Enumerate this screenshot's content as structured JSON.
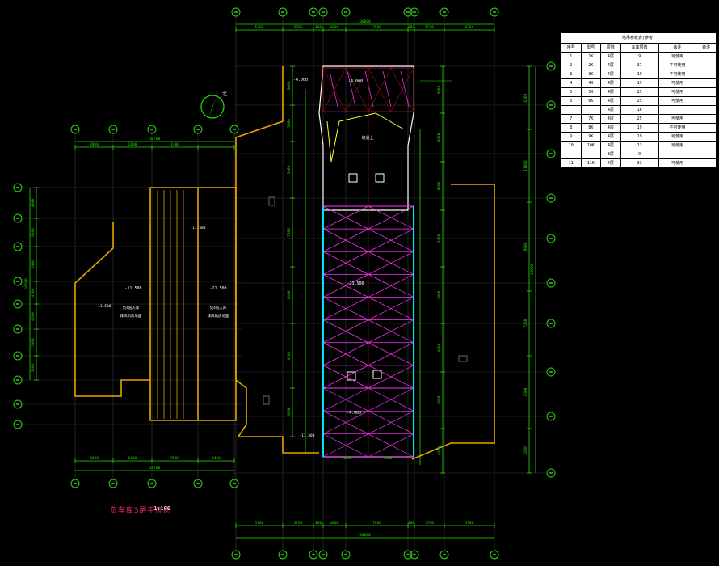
{
  "drawing": {
    "title": "负车库3层平面图",
    "scale": "1:100"
  },
  "colors": {
    "background": "#000000",
    "grid_green": "#22e000",
    "axis_circle": "#ffffff",
    "wall_orange": "#e6a400",
    "truss_magenta": "#ff33ff",
    "edge_cyan": "#00e5ff",
    "dark_red": "#8a1020",
    "text_white": "#ffffff",
    "yellow": "#ffff33"
  },
  "compass": {
    "label": "北"
  },
  "top_dims": {
    "segments": [
      "5700",
      "5700",
      "300",
      "4800",
      "7800",
      "300",
      "5700",
      "6300"
    ],
    "total": "36000"
  },
  "bottom_dims": {
    "segments": [
      "5700",
      "5700",
      "300",
      "4800",
      "7800",
      "300",
      "5700",
      "5700"
    ],
    "total": "36000"
  },
  "left_block_dims": {
    "top_segments": [
      "2800",
      "2400",
      "2400"
    ],
    "top_total": "10700",
    "bottom_segments": [
      "3600",
      "2400",
      "3500",
      "2400"
    ],
    "bottom_total": "10700"
  },
  "left_side_dims": [
    "4800",
    "8100",
    "4400",
    "4200",
    "4200",
    "5300",
    "5400"
  ],
  "left_side_total": "34200",
  "center_right_dims": [
    "9900",
    "2800",
    "8500",
    "9300",
    "7800",
    "4300",
    "7800",
    "6300"
  ],
  "center_left_dims": [
    "3000",
    "3000",
    "5400",
    "7800",
    "8400",
    "4200",
    "2000"
  ],
  "far_right_dims": [
    "6300",
    "11000",
    "8800",
    "7200",
    "6300",
    "3200"
  ],
  "far_right_total": "38900",
  "elevation_labels": [
    "-4.000",
    "-11.500",
    "-11.500",
    "-11.500",
    "-4.000"
  ],
  "room_labels": [
    {
      "line1": "负4层入库",
      "line2": "排风机房地面"
    },
    {
      "line1": "负4层入库",
      "line2": "排风机房地面"
    }
  ],
  "ramp_label": "坡道上",
  "table": {
    "title": "塔吊参数表(参考)",
    "headers": [
      "序号",
      "型号",
      "层数",
      "车库层数",
      "备注",
      "备注"
    ],
    "rows": [
      [
        "1",
        "1K",
        "4层",
        "9",
        "可使用",
        ""
      ],
      [
        "2",
        "2K",
        "4层",
        "37",
        "不可使用",
        ""
      ],
      [
        "3",
        "3K",
        "4层",
        "19",
        "不可使用",
        ""
      ],
      [
        "4",
        "4K",
        "4层",
        "19",
        "可使用",
        ""
      ],
      [
        "5",
        "5K",
        "4层",
        "25",
        "可使用",
        ""
      ],
      [
        "6",
        "6K",
        "4层",
        "25",
        "可使用",
        ""
      ],
      [
        "",
        "",
        "4层",
        "16",
        "",
        ""
      ],
      [
        "7",
        "7K",
        "4层",
        "25",
        "可使用",
        ""
      ],
      [
        "8",
        "8K",
        "4层",
        "19",
        "不可使用",
        ""
      ],
      [
        "9",
        "9K",
        "4层",
        "19",
        "可使用",
        ""
      ],
      [
        "10",
        "10K",
        "4层",
        "13",
        "可使用",
        ""
      ],
      [
        "",
        "",
        "3层",
        "9",
        "",
        ""
      ],
      [
        "11",
        "11K",
        "4层",
        "33",
        "可使用",
        ""
      ]
    ]
  }
}
